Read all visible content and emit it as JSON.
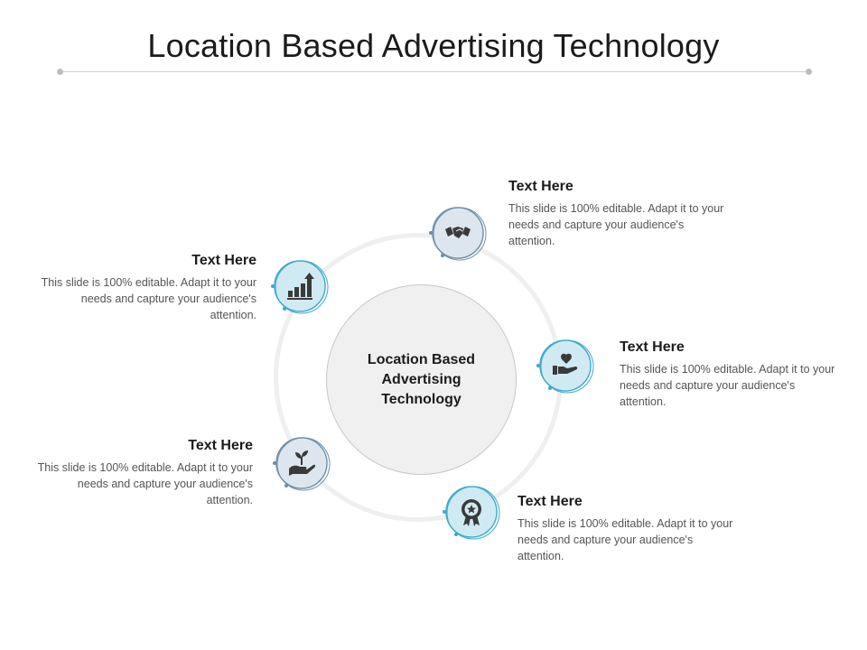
{
  "title": "Location Based Advertising Technology",
  "hub": {
    "label": "Location Based Advertising Technology"
  },
  "items": [
    {
      "heading": "Text Here",
      "body": "This slide is 100% editable. Adapt it to your needs and capture your audience's attention.",
      "icon": "handshake-icon",
      "color": "#6f8fa6"
    },
    {
      "heading": "Text Here",
      "body": "This slide is 100% editable. Adapt it to your needs and capture your audience's attention.",
      "icon": "hand-heart-icon",
      "color": "#3fa9c9"
    },
    {
      "heading": "Text Here",
      "body": "This slide is 100% editable. Adapt it to your needs and capture your audience's attention.",
      "icon": "award-badge-icon",
      "color": "#3fa9c9"
    },
    {
      "heading": "Text Here",
      "body": "This slide is 100% editable. Adapt it to your needs and capture your audience's attention.",
      "icon": "plant-hand-icon",
      "color": "#6f8fa6"
    },
    {
      "heading": "Text Here",
      "body": "This slide is 100% editable. Adapt it to your needs and capture your audience's attention.",
      "icon": "growth-chart-icon",
      "color": "#3fa9c9"
    }
  ],
  "colors": {
    "accent_teal": "#3fa9c9",
    "accent_slate": "#6f8fa6",
    "icon_fill": "#3a3a3a"
  }
}
